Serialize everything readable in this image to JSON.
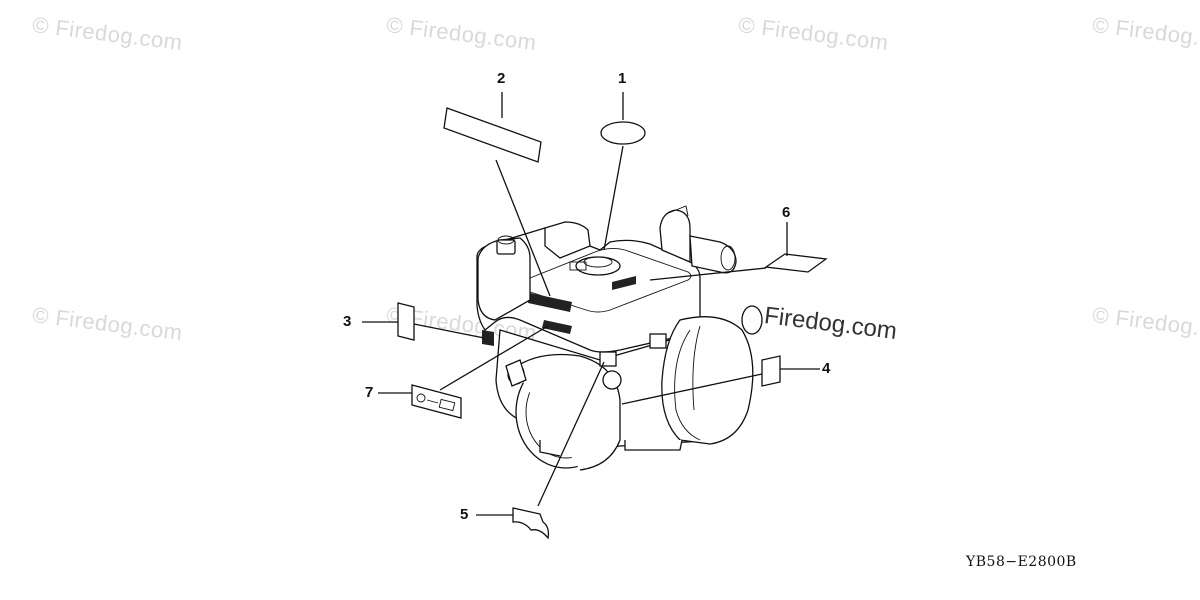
{
  "watermarks": [
    "© Firedog.com",
    "© Firedog.com",
    "© Firedog.com",
    "© Firedog.com",
    "© Firedog.com",
    "© Firedog.com",
    "© Firedog.com"
  ],
  "center_watermark": "Firedog.com",
  "callouts": {
    "c1": "1",
    "c2": "2",
    "c3": "3",
    "c4": "4",
    "c5": "5",
    "c6": "6",
    "c7": "7"
  },
  "diagram_code": "YB58−E2800B"
}
